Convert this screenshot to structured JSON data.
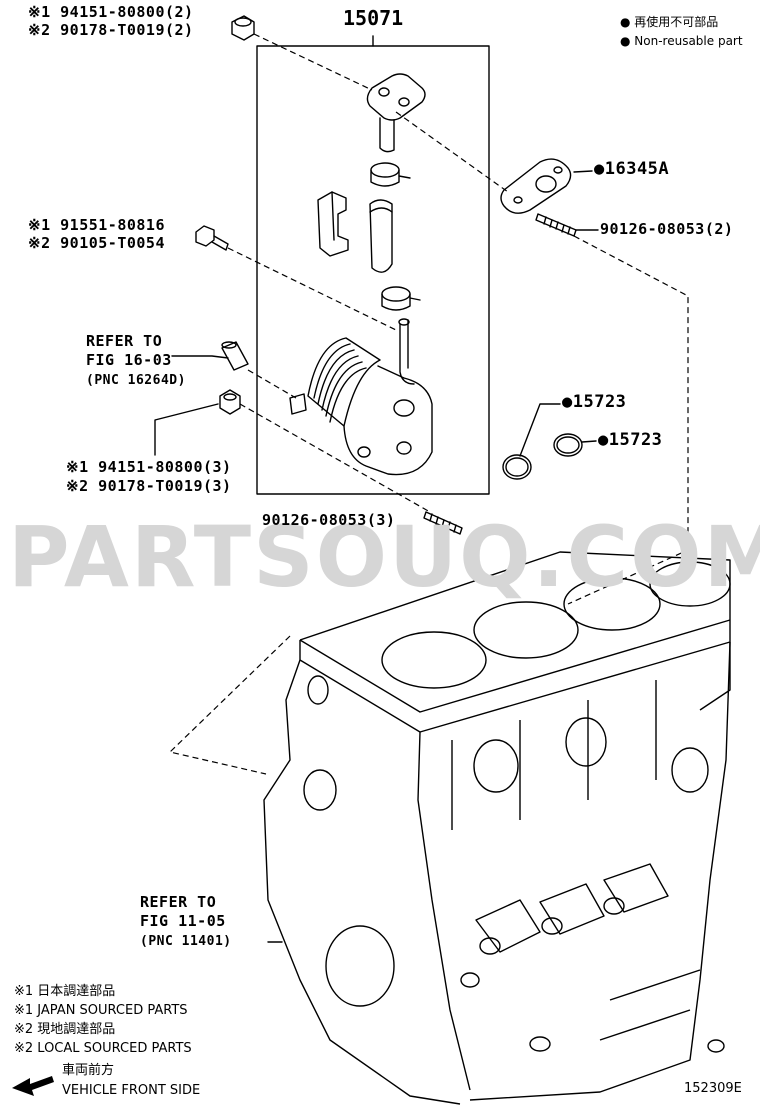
{
  "assembly_number": "15071",
  "note": {
    "nonreusable_jp": "● 再使用不可部品",
    "nonreusable_en": "● Non-reusable part"
  },
  "callouts": {
    "nut_top_1": "※1 94151-80800(2)",
    "nut_top_2": "※2 90178-T0019(2)",
    "bolt_1": "※1 91551-80816",
    "bolt_2": "※2 90105-T0054",
    "refer_1603_a": "REFER TO",
    "refer_1603_b": "FIG 16-03",
    "refer_1603_c": "(PNC 16264D)",
    "nut_bottom_1": "※1 94151-80800(3)",
    "nut_bottom_2": "※2 90178-T0019(3)",
    "stud_bottom": "90126-08053(3)",
    "gasket": "●16345A",
    "stud_right": "90126-08053(2)",
    "oring_1": "●15723",
    "oring_2": "●15723",
    "refer_1105_a": "REFER TO",
    "refer_1105_b": "FIG 11-05",
    "refer_1105_c": "(PNC 11401)"
  },
  "watermark": "PARTSOUQ.COM",
  "legend": {
    "l1": "※1 日本調達部品",
    "l2": "※1 JAPAN SOURCED PARTS",
    "l3": "※2 現地調達部品",
    "l4": "※2 LOCAL SOURCED PARTS",
    "front_jp": "車両前方",
    "front_en": "VEHICLE FRONT SIDE"
  },
  "drawing_number": "152309E"
}
